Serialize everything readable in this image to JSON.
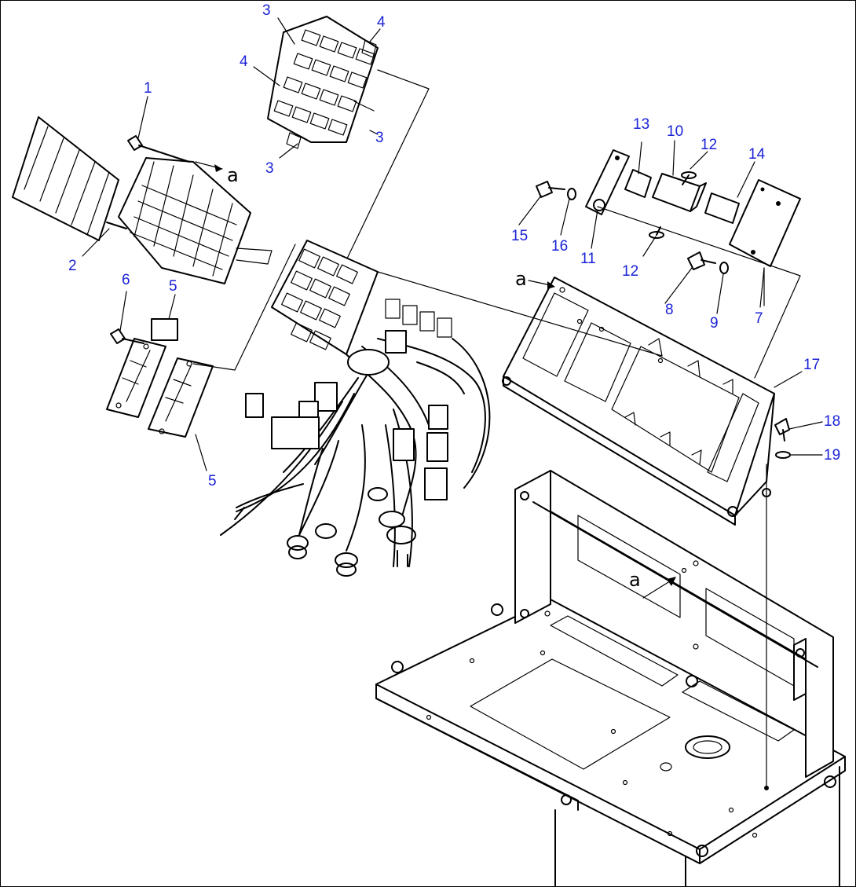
{
  "callouts": [
    {
      "id": "c1",
      "text": "1"
    },
    {
      "id": "c2",
      "text": "2"
    },
    {
      "id": "c3a",
      "text": "3"
    },
    {
      "id": "c3b",
      "text": "3"
    },
    {
      "id": "c3c",
      "text": "3"
    },
    {
      "id": "c4a",
      "text": "4"
    },
    {
      "id": "c4b",
      "text": "4"
    },
    {
      "id": "c5a",
      "text": "5"
    },
    {
      "id": "c5b",
      "text": "5"
    },
    {
      "id": "c6",
      "text": "6"
    },
    {
      "id": "c7",
      "text": "7"
    },
    {
      "id": "c8",
      "text": "8"
    },
    {
      "id": "c9",
      "text": "9"
    },
    {
      "id": "c10",
      "text": "10"
    },
    {
      "id": "c11",
      "text": "11"
    },
    {
      "id": "c12a",
      "text": "12"
    },
    {
      "id": "c12b",
      "text": "12"
    },
    {
      "id": "c13",
      "text": "13"
    },
    {
      "id": "c14",
      "text": "14"
    },
    {
      "id": "c15",
      "text": "15"
    },
    {
      "id": "c16",
      "text": "16"
    },
    {
      "id": "c17",
      "text": "17"
    },
    {
      "id": "c18",
      "text": "18"
    },
    {
      "id": "c19",
      "text": "19"
    }
  ],
  "references": {
    "ref_a_label": "a"
  },
  "colors": {
    "callout": "#1b22d6",
    "line": "#000000",
    "background": "#ffffff"
  }
}
